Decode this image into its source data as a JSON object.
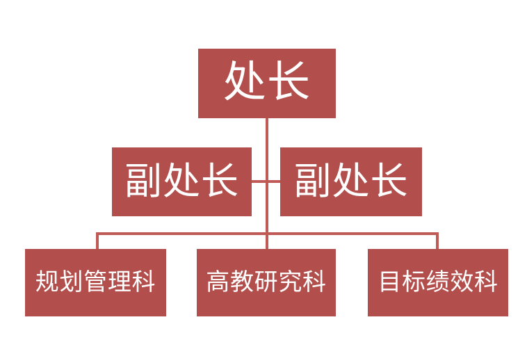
{
  "chart": {
    "type": "org-chart",
    "title": "",
    "accent_color": "#b24f4c",
    "connector_color": "#c05a57",
    "text_color": "#ffffff",
    "background_color": "#ffffff",
    "levels": [
      {
        "level": 1,
        "nodes": [
          {
            "id": "director",
            "label": "处长"
          }
        ]
      },
      {
        "level": 2,
        "nodes": [
          {
            "id": "deputy-left",
            "label": "副处长"
          },
          {
            "id": "deputy-right",
            "label": "副处长"
          }
        ]
      },
      {
        "level": 3,
        "nodes": [
          {
            "id": "planning",
            "label": "规划管理科"
          },
          {
            "id": "research",
            "label": "高教研究科"
          },
          {
            "id": "performance",
            "label": "目标绩效科"
          }
        ]
      }
    ],
    "connectors": [
      {
        "id": "spine",
        "from": "director",
        "to": "research",
        "orientation": "vertical"
      },
      {
        "id": "deputy-link",
        "from": "deputy-left",
        "to": "deputy-right",
        "orientation": "horizontal"
      },
      {
        "id": "bus",
        "from": "spine",
        "to": "level-3",
        "orientation": "horizontal"
      },
      {
        "id": "drop-left",
        "from": "bus",
        "to": "planning",
        "orientation": "vertical"
      },
      {
        "id": "drop-right",
        "from": "bus",
        "to": "performance",
        "orientation": "vertical"
      }
    ]
  }
}
